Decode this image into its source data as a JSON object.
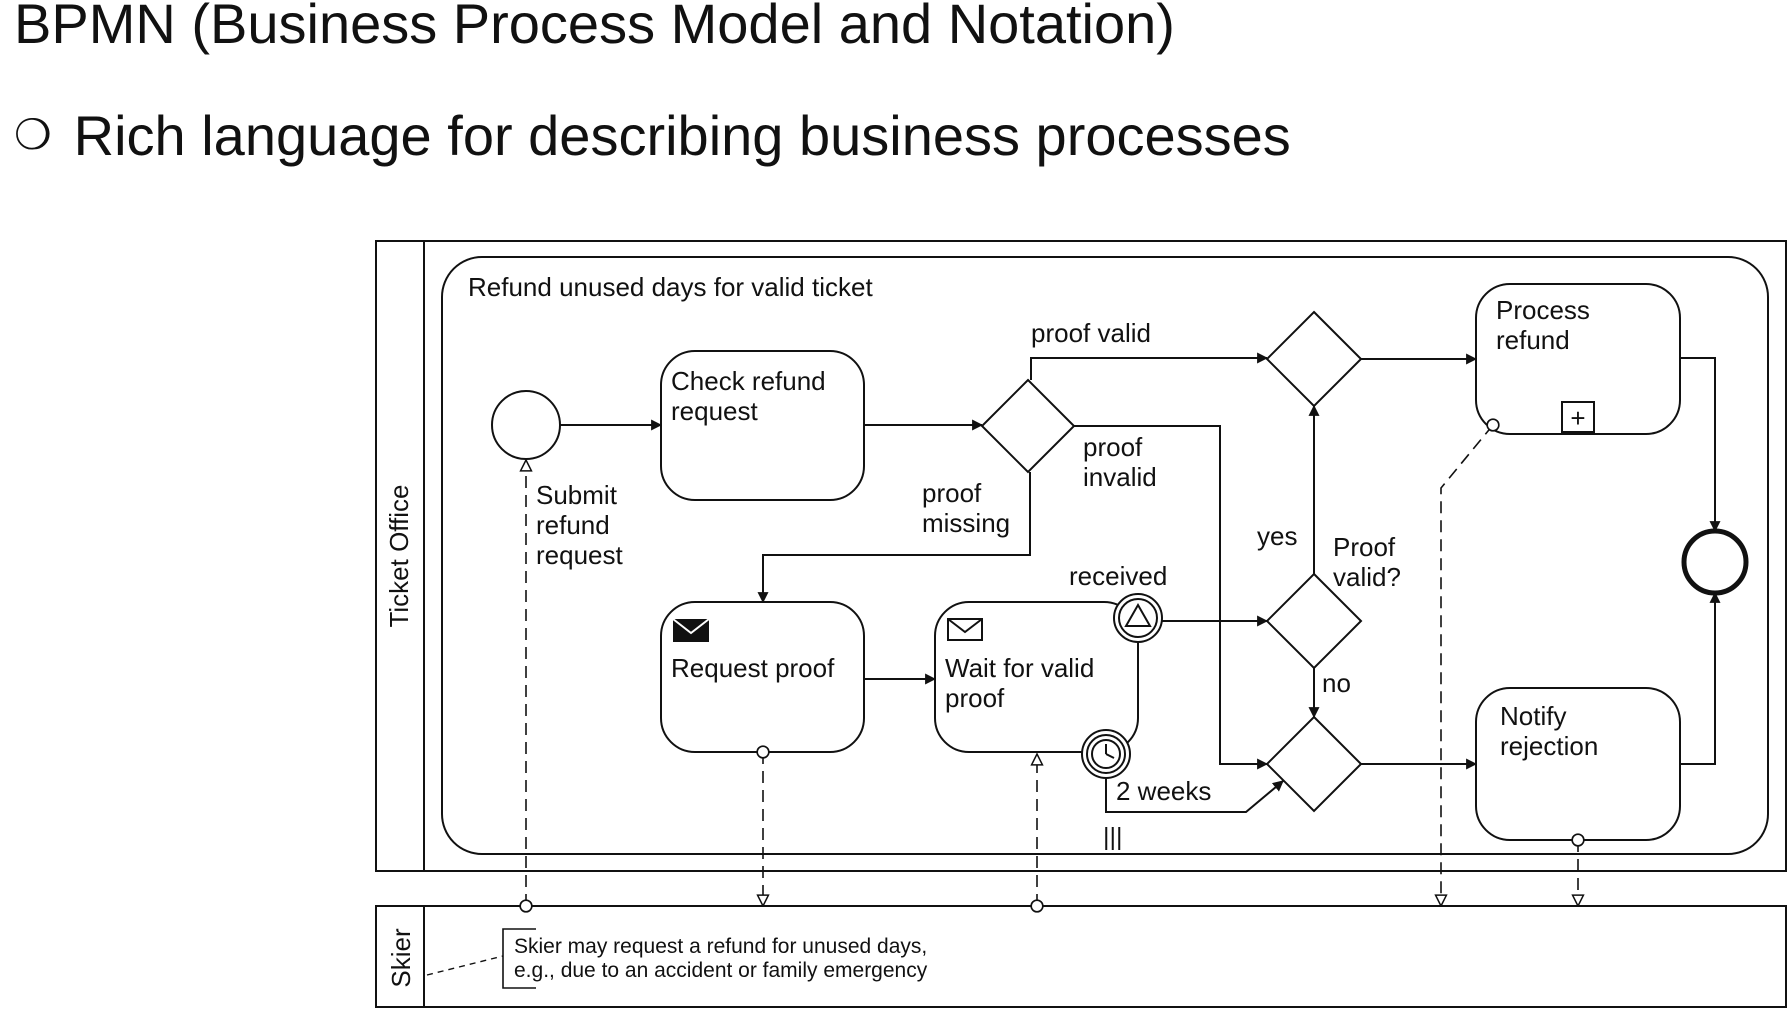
{
  "slide": {
    "title": "BPMN (Business Process Model and Notation)",
    "bullet": "Rich language for describing business processes"
  },
  "diagram": {
    "pools": {
      "ticket_office": "Ticket Office",
      "skier": "Skier"
    },
    "subprocess_title": "Refund unused days for valid ticket",
    "start_event_label": [
      "Submit",
      "refund",
      "request"
    ],
    "tasks": {
      "check": [
        "Check refund",
        "request"
      ],
      "request_proof": [
        "Request proof"
      ],
      "wait": [
        "Wait for valid",
        "proof"
      ],
      "process_refund": [
        "Process",
        "refund"
      ],
      "notify_rejection": [
        "Notify",
        "rejection"
      ]
    },
    "flow_labels": {
      "proof_valid": "proof valid",
      "proof_invalid": [
        "proof",
        "invalid"
      ],
      "proof_missing": [
        "proof",
        "missing"
      ],
      "received": "received",
      "two_weeks": "2 weeks",
      "yes": "yes",
      "no": "no",
      "proof_valid_q": [
        "Proof",
        "valid?"
      ],
      "parallel_marker": "|||"
    },
    "annotation": [
      "Skier may request a refund for unused days,",
      "e.g., due to an accident or family emergency"
    ],
    "subprocess_marker": "+"
  }
}
